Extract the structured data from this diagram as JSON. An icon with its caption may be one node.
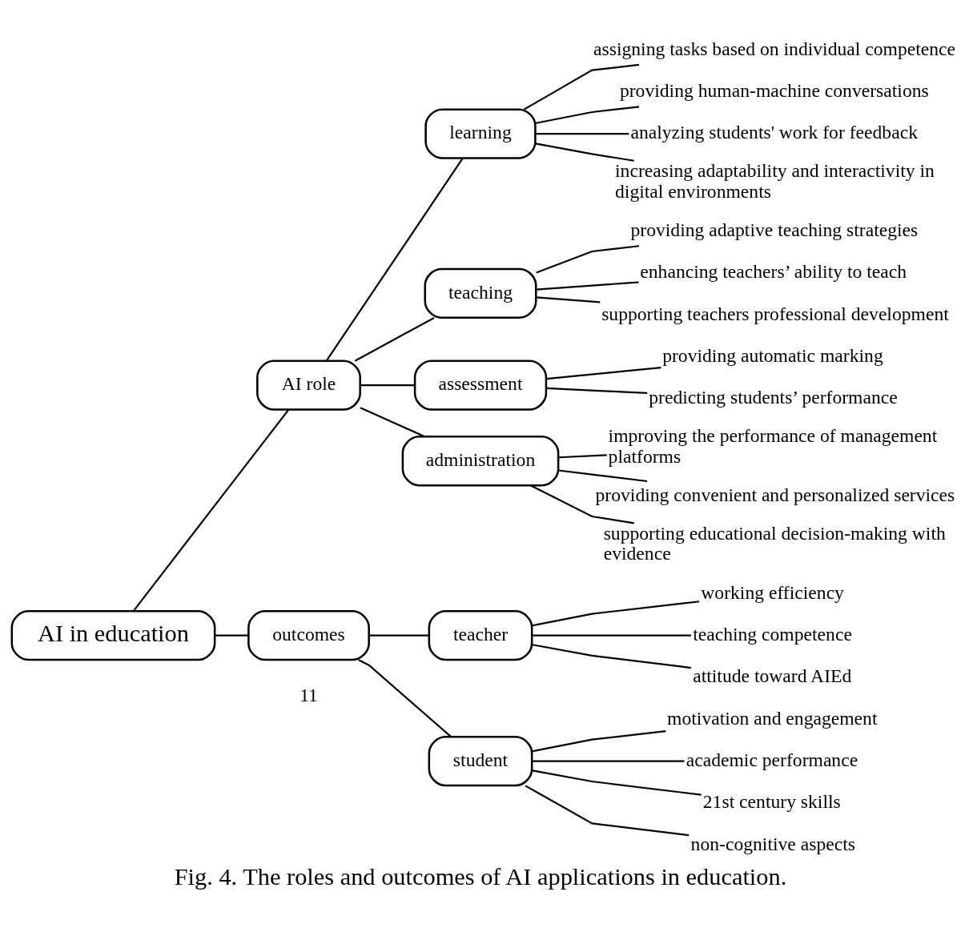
{
  "diagram": {
    "caption": "Fig. 4. The roles and outcomes of AI applications in education.",
    "nodes": [
      {
        "text": [
          "AI in education"
        ]
      },
      {
        "text": [
          "AI role"
        ]
      },
      {
        "text": [
          "outcomes"
        ]
      },
      {
        "text": [
          "learning"
        ]
      },
      {
        "text": [
          "teaching"
        ]
      },
      {
        "text": [
          "assessment"
        ]
      },
      {
        "text": [
          "administration"
        ]
      },
      {
        "text": [
          "teacher"
        ]
      },
      {
        "text": [
          "student"
        ]
      },
      {
        "text": [
          "assigning tasks based on individual competence"
        ]
      },
      {
        "text": [
          "providing human-machine conversations"
        ]
      },
      {
        "text": [
          "analyzing students' work for feedback"
        ]
      },
      {
        "text": [
          "increasing adaptability and interactivity in digital environments"
        ]
      },
      {
        "text": [
          "providing adaptive teaching strategies"
        ]
      },
      {
        "text": [
          "enhancing teachers’ ability to teach"
        ]
      },
      {
        "text": [
          "supporting teachers professional development"
        ]
      },
      {
        "text": [
          "providing automatic marking"
        ]
      },
      {
        "text": [
          "predicting students’ performance"
        ]
      },
      {
        "text": [
          "improving the performance of management platforms"
        ]
      },
      {
        "text": [
          "providing convenient and personalized services"
        ]
      },
      {
        "text": [
          "supporting educational decision-making with evidence"
        ]
      },
      {
        "text": [
          "working efficiency"
        ]
      },
      {
        "text": [
          "teaching competence"
        ]
      },
      {
        "text": [
          "attitude toward AIEd"
        ]
      },
      {
        "text": [
          "motivation and engagement"
        ]
      },
      {
        "text": [
          "academic performance"
        ]
      },
      {
        "text": [
          "21st century skills"
        ]
      },
      {
        "text": [
          "non-cognitive aspects"
        ]
      }
    ],
    "edges": [
      {
        "from": 0,
        "to": 1,
        "arrow": "none"
      },
      {
        "from": 0,
        "to": 2,
        "arrow": "none"
      },
      {
        "from": 1,
        "to": 3,
        "arrow": "none"
      },
      {
        "from": 1,
        "to": 4,
        "arrow": "none"
      },
      {
        "from": 1,
        "to": 5,
        "arrow": "none"
      },
      {
        "from": 1,
        "to": 6,
        "arrow": "none"
      },
      {
        "from": 2,
        "to": 7,
        "arrow": "none"
      },
      {
        "from": 2,
        "to": 8,
        "arrow": "none"
      },
      {
        "from": 3,
        "to": 9,
        "arrow": "none"
      },
      {
        "from": 3,
        "to": 10,
        "arrow": "none"
      },
      {
        "from": 3,
        "to": 11,
        "arrow": "none"
      },
      {
        "from": 3,
        "to": 12,
        "arrow": "none"
      },
      {
        "from": 4,
        "to": 13,
        "arrow": "none"
      },
      {
        "from": 4,
        "to": 14,
        "arrow": "none"
      },
      {
        "from": 4,
        "to": 15,
        "arrow": "none"
      },
      {
        "from": 5,
        "to": 16,
        "arrow": "none"
      },
      {
        "from": 5,
        "to": 17,
        "arrow": "none"
      },
      {
        "from": 6,
        "to": 18,
        "arrow": "none"
      },
      {
        "from": 6,
        "to": 19,
        "arrow": "none"
      },
      {
        "from": 6,
        "to": 20,
        "arrow": "none"
      },
      {
        "from": 7,
        "to": 21,
        "arrow": "none"
      },
      {
        "from": 7,
        "to": 22,
        "arrow": "none"
      },
      {
        "from": 7,
        "to": 23,
        "arrow": "none"
      },
      {
        "from": 8,
        "to": 24,
        "arrow": "none"
      },
      {
        "from": 8,
        "to": 25,
        "arrow": "none"
      },
      {
        "from": 8,
        "to": 26,
        "arrow": "none"
      },
      {
        "from": 8,
        "to": 27,
        "arrow": "none"
      }
    ],
    "labels": [
      "11"
    ]
  }
}
